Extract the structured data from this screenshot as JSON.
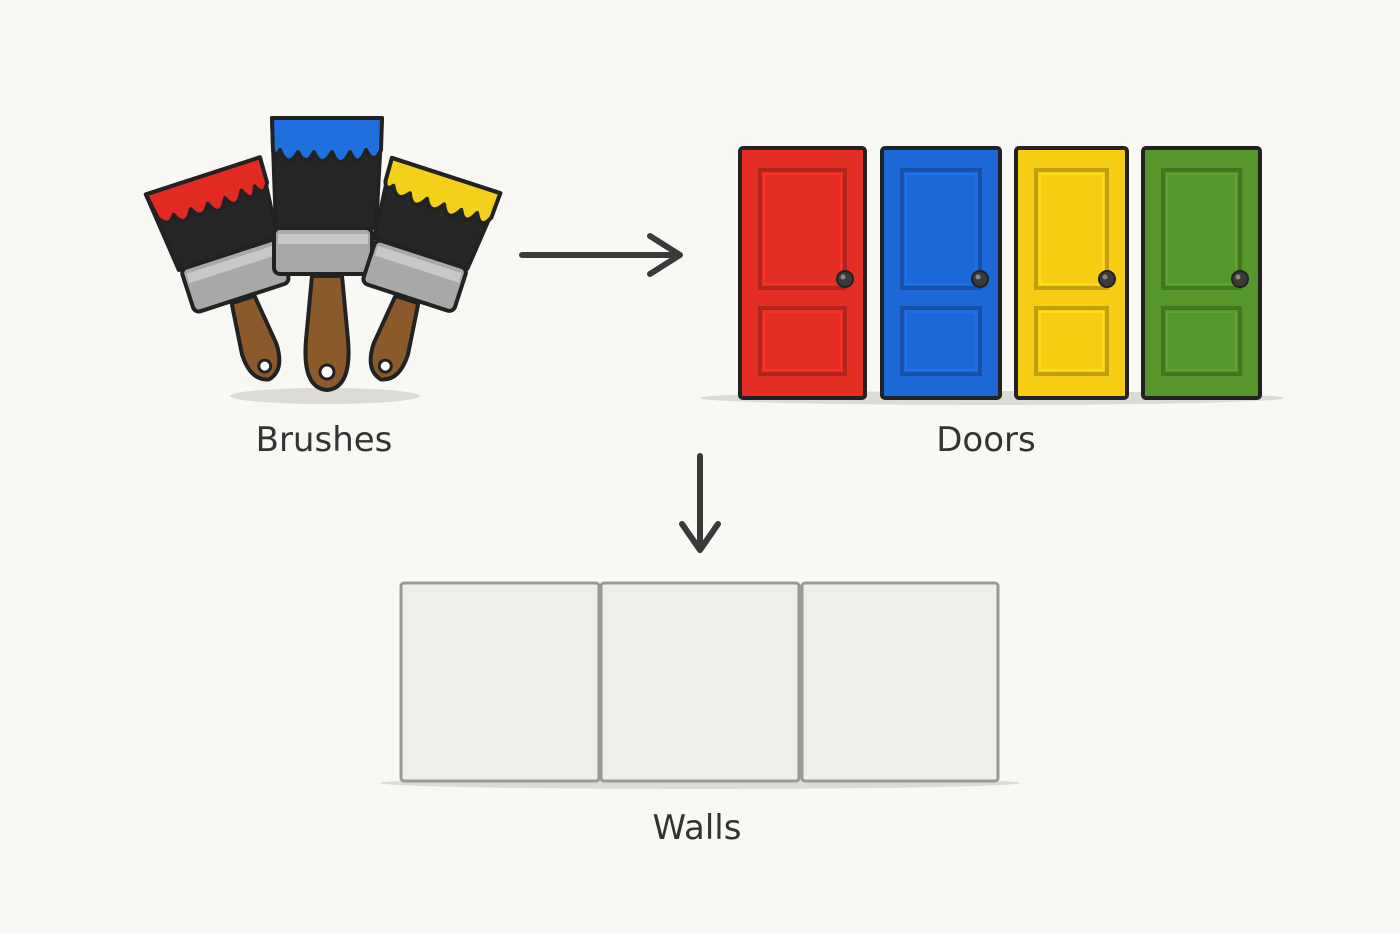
{
  "diagram": {
    "nodes": [
      {
        "id": "brushes",
        "label": "Brushes",
        "colors": [
          "#e02a22",
          "#1f6fe0",
          "#f3d11a"
        ]
      },
      {
        "id": "doors",
        "label": "Doors",
        "colors": [
          "#e42d25",
          "#1c68d6",
          "#f7cd13",
          "#55972a"
        ]
      },
      {
        "id": "walls",
        "label": "Walls",
        "panel_count": 3
      }
    ],
    "edges": [
      {
        "from": "brushes",
        "to": "doors",
        "direction": "right"
      },
      {
        "from": "doors",
        "to": "walls",
        "direction": "down"
      }
    ]
  },
  "colors": {
    "background": "#f9f8f5",
    "arrow": "#3a3a3a",
    "outline": "#222222",
    "ferrule": "#a8a8a8",
    "handle": "#8b5a2b",
    "wall_fill": "#efeeea",
    "wall_border": "#9a9a9a",
    "label_text": "#333333"
  }
}
